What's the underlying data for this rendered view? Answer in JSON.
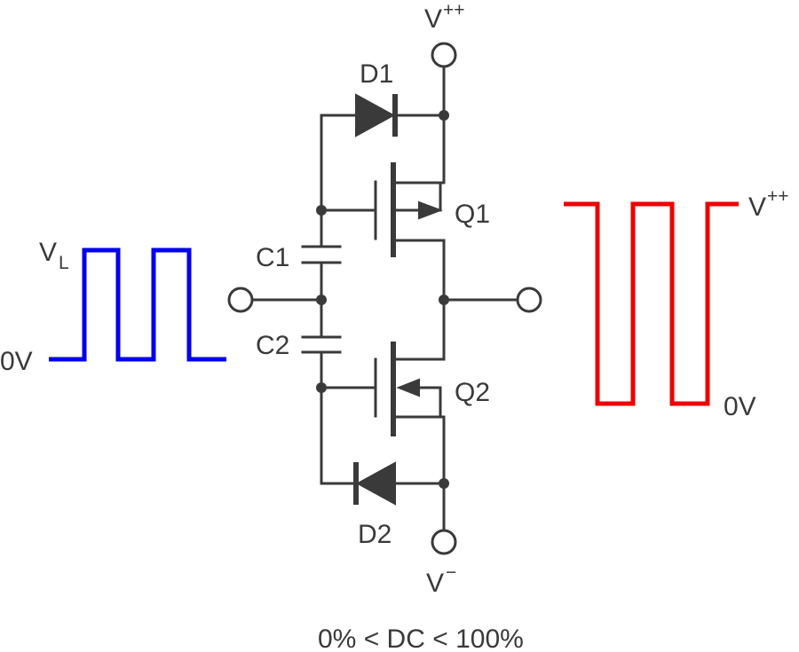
{
  "colors": {
    "wire": "#3a3a3a",
    "input_wave": "#0000ee",
    "output_wave": "#ee0000"
  },
  "labels": {
    "d1": "D1",
    "d2": "D2",
    "q1": "Q1",
    "q2": "Q2",
    "c1": "C1",
    "c2": "C2",
    "vpp_top": {
      "base": "V",
      "sup": "++"
    },
    "vminus": {
      "base": "V",
      "sup": "−"
    },
    "input_high": {
      "base": "V",
      "sub": "L"
    },
    "input_low": "0V",
    "output_high": {
      "base": "V",
      "sup": "++"
    },
    "output_low": "0V",
    "duty_cycle": "0% < DC < 100%"
  }
}
